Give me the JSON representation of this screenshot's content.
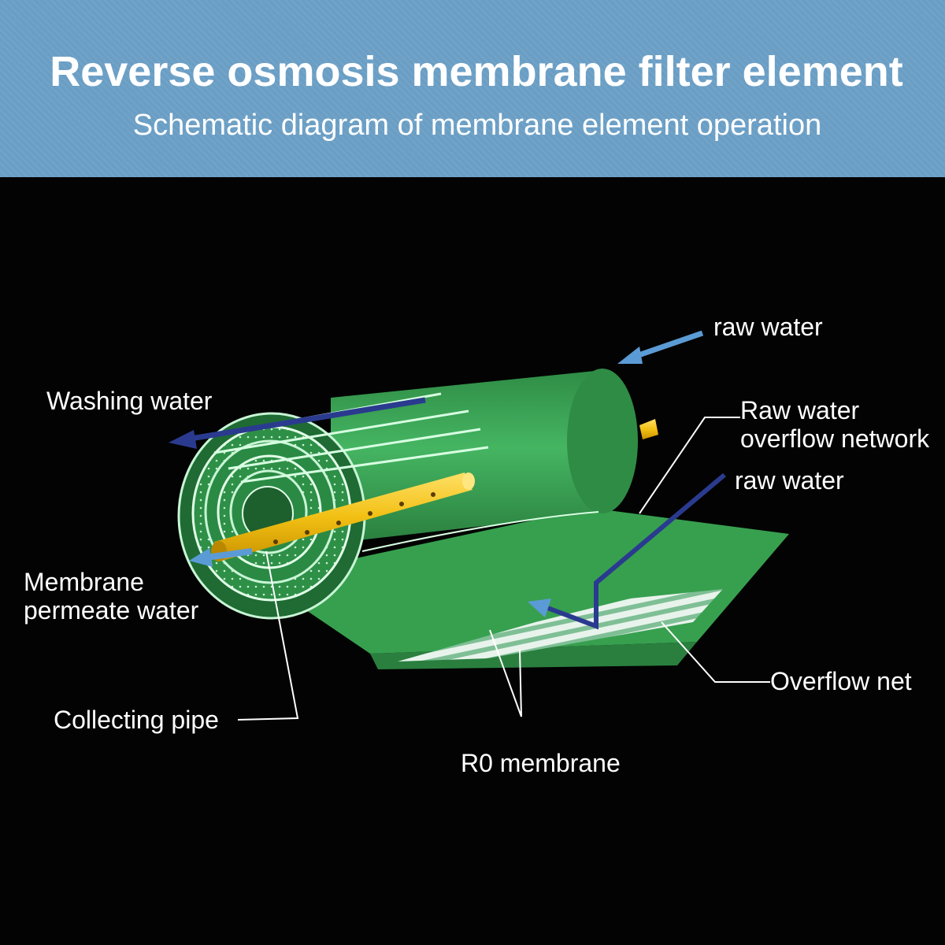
{
  "header": {
    "title": "Reverse osmosis membrane filter element",
    "subtitle": "Schematic diagram of membrane element operation"
  },
  "labels": {
    "raw_water_top": "raw water",
    "washing_water": "Washing water",
    "raw_water_overflow_network": [
      "Raw water",
      "overflow network"
    ],
    "raw_water_mid": "raw water",
    "membrane_permeate_water": [
      "Membrane",
      "permeate water"
    ],
    "overflow_net": "Overflow net",
    "collecting_pipe": "Collecting pipe",
    "ro_membrane": "R0 membrane"
  },
  "colors": {
    "header_bg": "#6a9ec5",
    "membrane_green": "#3aa353",
    "pipe_yellow": "#f2c014",
    "arrow_blue": "#5b9bd5",
    "arrow_navy": "#2a3b8f"
  }
}
